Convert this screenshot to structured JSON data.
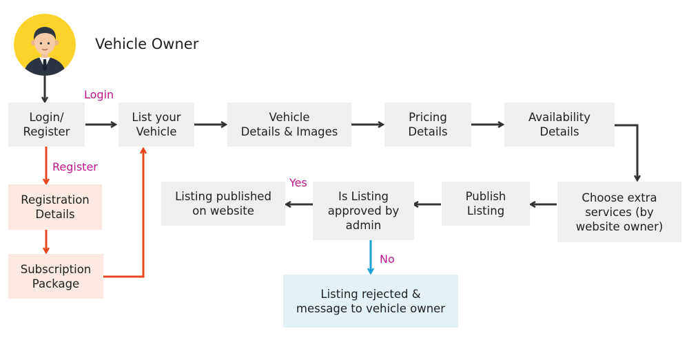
{
  "title": "Vehicle Owner",
  "nodes": {
    "login_register": "Login/\nRegister",
    "list_vehicle": "List your\nVehicle",
    "vehicle_details": "Vehicle\nDetails & Images",
    "pricing": "Pricing\nDetails",
    "availability": "Availability\nDetails",
    "registration": "Registration\nDetails",
    "subscription": "Subscription\nPackage",
    "extra_services": "Choose extra\nservices (by\nwebsite owner)",
    "publish": "Publish\nListing",
    "approved": "Is Listing\napproved by\nadmin",
    "published": "Listing published\non website",
    "rejected": "Listing rejected &\nmessage to vehicle owner"
  },
  "edge_labels": {
    "login": "Login",
    "register": "Register",
    "yes": "Yes",
    "no": "No"
  },
  "colors": {
    "box_grey": "#efefef",
    "box_peach": "#fce9e2",
    "box_blue": "#e3f2f6",
    "arrow_dark": "#333333",
    "arrow_orange": "#e8461e",
    "arrow_blue": "#1b9fd0",
    "label_pink": "#c0158a",
    "avatar_bg": "#fdd22a"
  },
  "icons": {
    "avatar": "person-avatar-icon"
  }
}
